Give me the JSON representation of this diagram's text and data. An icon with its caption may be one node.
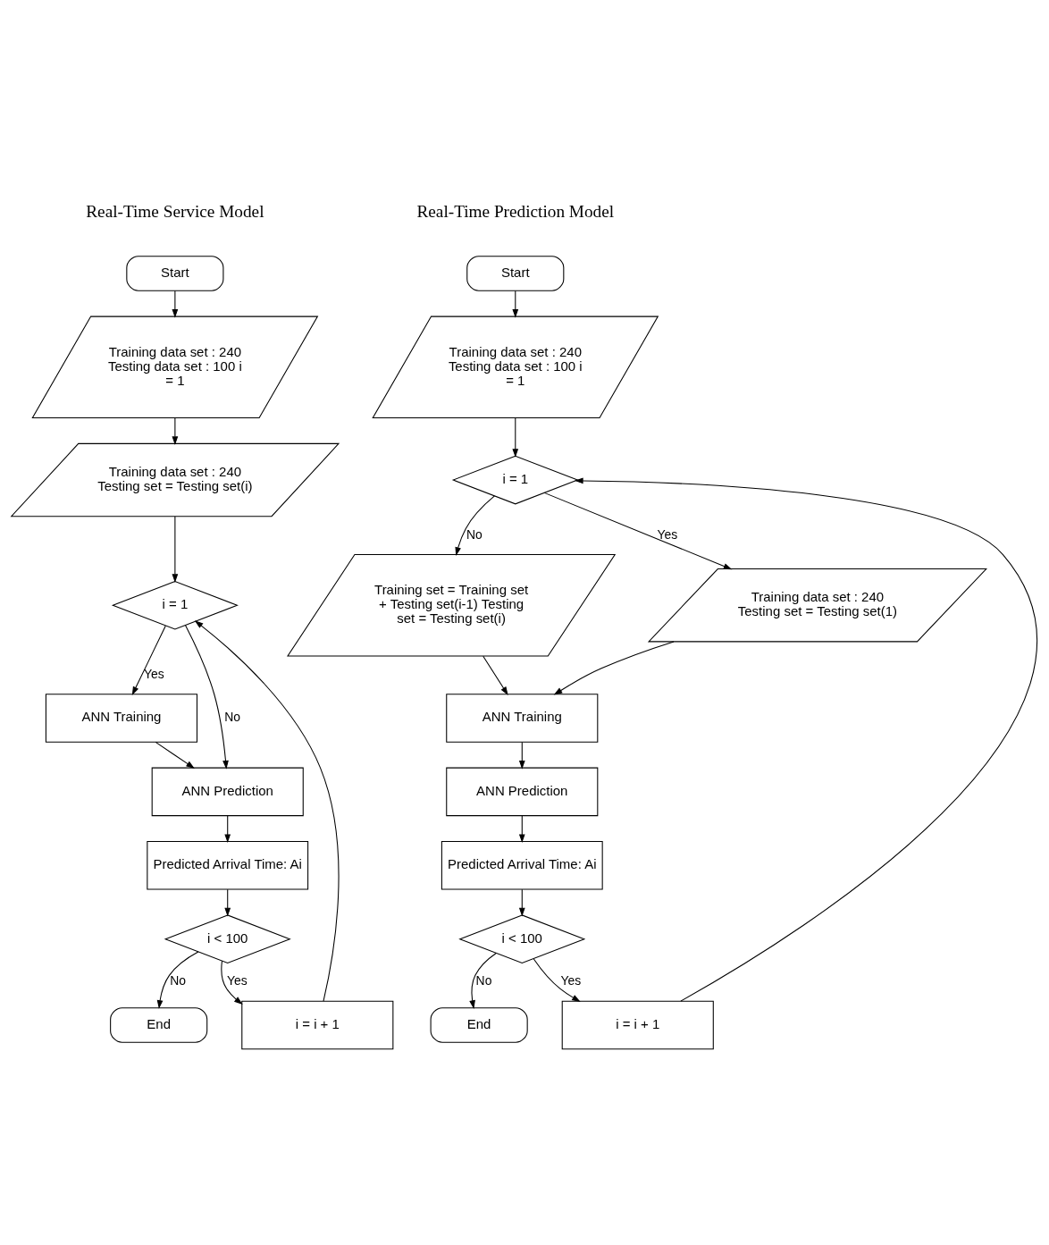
{
  "diagram": {
    "nodes": [
      {
        "text": [
          "Start"
        ]
      },
      {
        "text": [
          "Training data set : 240 Testing data set : 100 i = 1"
        ]
      },
      {
        "text": [
          "Training data set : 240 Testing set = Testing set(i)"
        ]
      },
      {
        "text": [
          "i = 1"
        ]
      },
      {
        "text": [
          "ANN Training"
        ]
      },
      {
        "text": [
          "ANN Prediction"
        ]
      },
      {
        "text": [
          "Predicted Arrival Time: Ai"
        ]
      },
      {
        "text": [
          "i < 100"
        ]
      },
      {
        "text": [
          "End"
        ]
      },
      {
        "text": [
          "i = i + 1"
        ]
      },
      {
        "text": [
          "Start"
        ]
      },
      {
        "text": [
          "Training data set : 240 Testing data set : 100 i = 1"
        ]
      },
      {
        "text": [
          "i = 1"
        ]
      },
      {
        "text": [
          "Training set = Training set + Testing set(i-1) Testing set = Testing set(i)"
        ]
      },
      {
        "text": [
          "Training data set : 240 Testing set = Testing set(1)"
        ]
      },
      {
        "text": [
          "ANN Training"
        ]
      },
      {
        "text": [
          "ANN Prediction"
        ]
      },
      {
        "text": [
          "Predicted Arrival Time: Ai"
        ]
      },
      {
        "text": [
          "i < 100"
        ]
      },
      {
        "text": [
          "End"
        ]
      },
      {
        "text": [
          "i = i + 1"
        ]
      }
    ],
    "edges": [
      {
        "from": 0,
        "to": 1,
        "arrow": "to"
      },
      {
        "from": 1,
        "to": 2,
        "arrow": "to"
      },
      {
        "from": 2,
        "to": 3,
        "arrow": "to"
      },
      {
        "from": 3,
        "to": 5,
        "arrow": "to",
        "label": "No"
      },
      {
        "from": 3,
        "to": 4,
        "arrow": "to",
        "label": "Yes"
      },
      {
        "from": 4,
        "to": 5,
        "arrow": "to"
      },
      {
        "from": 5,
        "to": 6,
        "arrow": "to"
      },
      {
        "from": 6,
        "to": 7,
        "arrow": "to"
      },
      {
        "from": 7,
        "to": 9,
        "arrow": "to",
        "label": "Yes"
      },
      {
        "from": 7,
        "to": 8,
        "arrow": "to",
        "label": "No"
      },
      {
        "from": 9,
        "to": 3,
        "arrow": "to"
      },
      {
        "from": 10,
        "to": 11,
        "arrow": "to"
      },
      {
        "from": 11,
        "to": 12,
        "arrow": "to"
      },
      {
        "from": 12,
        "to": 13,
        "arrow": "to",
        "label": "No"
      },
      {
        "from": 12,
        "to": 14,
        "arrow": "to",
        "label": "Yes"
      },
      {
        "from": 13,
        "to": 15,
        "arrow": "to"
      },
      {
        "from": 14,
        "to": 15,
        "arrow": "to"
      },
      {
        "from": 15,
        "to": 16,
        "arrow": "to"
      },
      {
        "from": 16,
        "to": 17,
        "arrow": "to"
      },
      {
        "from": 17,
        "to": 18,
        "arrow": "to"
      },
      {
        "from": 18,
        "to": 19,
        "arrow": "to",
        "label": "No"
      },
      {
        "from": 18,
        "to": 20,
        "arrow": "to",
        "label": "Yes"
      },
      {
        "from": 20,
        "to": 12,
        "arrow": "to"
      }
    ],
    "labels": [
      "Real-Time Service Model",
      "Real-Time Prediction Model"
    ]
  }
}
